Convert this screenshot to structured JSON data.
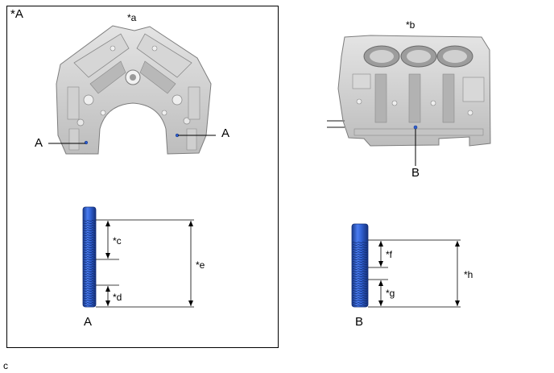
{
  "panel_label": "*A",
  "view_a_label": "*a",
  "view_b_label": "*b",
  "point_a_left": "A",
  "point_a_right": "A",
  "point_b": "B",
  "stud_a": {
    "caption": "A",
    "dim_upper": "*c",
    "dim_lower": "*d",
    "dim_total": "*e"
  },
  "stud_b": {
    "caption": "B",
    "dim_upper": "*f",
    "dim_lower": "*g",
    "dim_total": "*h"
  },
  "figure_code": "c",
  "colors": {
    "stud_blue": "#2f5fd0",
    "stud_dark": "#183a8c",
    "block_gray": "#c8c8c8",
    "block_dark": "#8a8a8a",
    "block_light": "#ececec"
  }
}
